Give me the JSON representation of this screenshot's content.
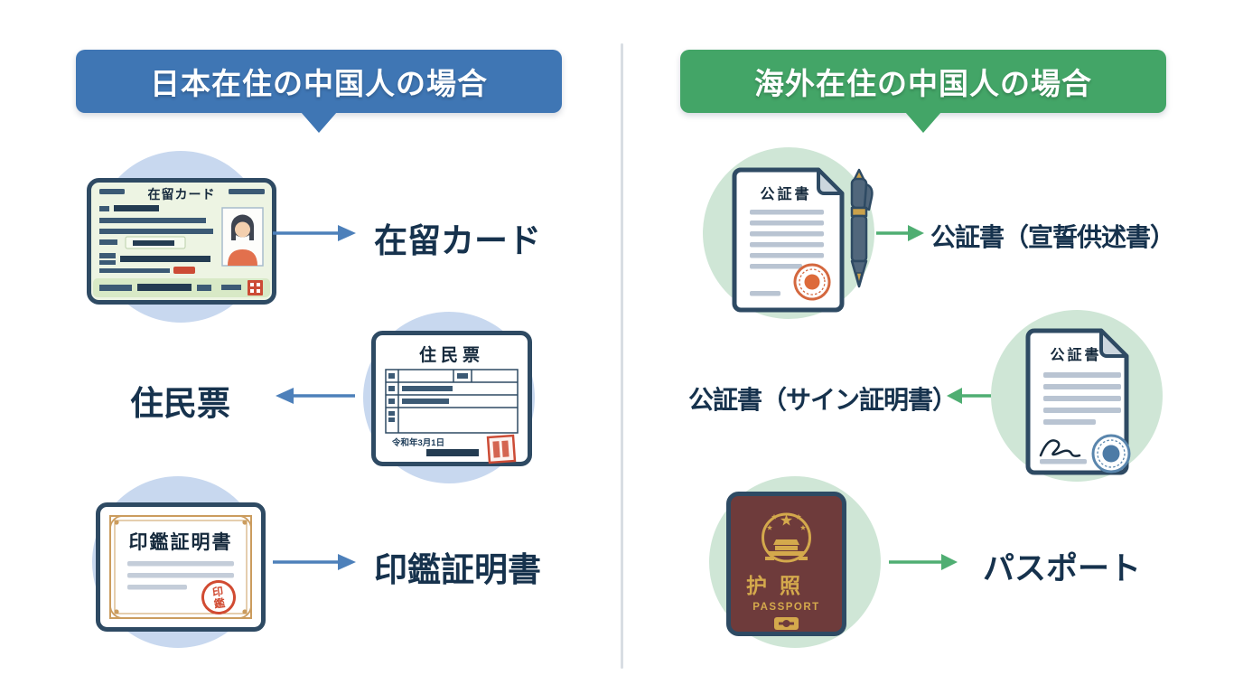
{
  "colors": {
    "left_accent": "#3f76b4",
    "right_accent": "#43a567",
    "left_arrow": "#4d80ba",
    "right_arrow": "#4fae72",
    "left_circle": "#c8d8ef",
    "right_circle": "#cfe6d6",
    "label_text": "#16324d",
    "divider": "#d8dde3"
  },
  "left_section": {
    "header": "日本在住の中国人の場合",
    "items": [
      {
        "label": "在留カード"
      },
      {
        "label": "住民票"
      },
      {
        "label": "印鑑証明書"
      }
    ]
  },
  "right_section": {
    "header": "海外在住の中国人の場合",
    "items": [
      {
        "label": "公証書（宣誓供述書）"
      },
      {
        "label": "公証書（サイン証明書）"
      },
      {
        "label": "パスポート"
      }
    ]
  },
  "illustrations": {
    "residence_card": {
      "title": "在留カード"
    },
    "resident_record": {
      "title": "住民票",
      "date_text": "令和年3月1日"
    },
    "seal_certificate": {
      "title": "印鑑証明書",
      "stamp_char_1": "印",
      "stamp_char_2": "鑑"
    },
    "notarial_deed_sworn": {
      "title": "公証書"
    },
    "notarial_deed_sign": {
      "title": "公証書"
    },
    "passport": {
      "title_cn": "护照",
      "title_en": "PASSPORT"
    }
  }
}
